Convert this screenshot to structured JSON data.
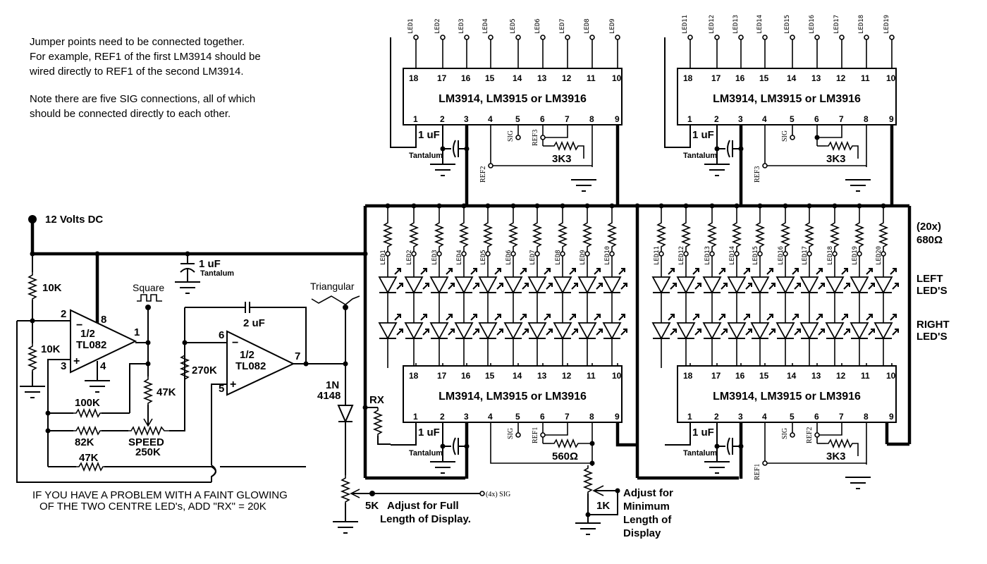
{
  "notes": {
    "jumper_lines": [
      "Jumper points need to be connected together.",
      "For example, REF1 of the first LM3914 should be",
      "wired directly to REF1 of the second LM3914."
    ],
    "sig_lines": [
      "Note there are five SIG connections, all of which",
      "should be connected directly to each other."
    ],
    "faint_lines": [
      "IF YOU HAVE A PROBLEM WITH A FAINT GLOWING",
      "OF THE TWO CENTRE LED's, ADD \"RX\" =  20K"
    ]
  },
  "power": {
    "label": "12 Volts DC"
  },
  "supply_cap": {
    "value": "1 uF",
    "type": "Tantalum"
  },
  "oscillator": {
    "opamp1": {
      "line1": "1/2",
      "line2": "TL082",
      "pins": [
        "2",
        "8",
        "1",
        "3",
        "4"
      ]
    },
    "opamp2": {
      "line1": "1/2",
      "line2": "TL082",
      "pins": [
        "6",
        "7",
        "5"
      ]
    },
    "r_top": "10K",
    "r_bottom": "10K",
    "r_100k": "100K",
    "r_82k": "82K",
    "r_47k_fb": "47K",
    "r_47k": "47K",
    "r_270k": "270K",
    "cap": "2 uF",
    "pot_name": "SPEED",
    "pot_value": "250K",
    "square_label": "Square",
    "triangular_label": "Triangular",
    "diode_line1": "1N",
    "diode_line2": "4148"
  },
  "pot_5k": {
    "value": "5K",
    "desc1": "Adjust for Full",
    "desc2": "Length of Display.",
    "sig_label": "(4x) SIG"
  },
  "pot_1k": {
    "value": "1K",
    "desc": [
      "Adjust for",
      "Minimum",
      "Length of",
      "Display"
    ]
  },
  "rx_label": "RX",
  "led_resistors": {
    "count": "(20x)",
    "value": "680Ω"
  },
  "led_rows": {
    "left": [
      "LEFT",
      "LED'S"
    ],
    "right": [
      "RIGHT",
      "LED'S"
    ]
  },
  "ic_label": "LM3914, LM3915 or LM3916",
  "ic_top_pins": [
    "18",
    "17",
    "16",
    "15",
    "14",
    "13",
    "12",
    "11",
    "10"
  ],
  "ic_bottom_pins": [
    "1",
    "2",
    "3",
    "4",
    "5",
    "6",
    "7",
    "8",
    "9"
  ],
  "ics": [
    {
      "id": "ic-top-left",
      "cap": "1 uF",
      "cap_type": "Tantalum",
      "sig": "SIG",
      "ref_a": "REF3",
      "ref_b": "REF2",
      "resistor": "3K3",
      "leds": [
        "LED1",
        "LED2",
        "LED3",
        "LED4",
        "LED5",
        "LED6",
        "LED7",
        "LED8",
        "LED9",
        "LED10"
      ]
    },
    {
      "id": "ic-top-right",
      "cap": "1 uF",
      "cap_type": "Tantalum",
      "sig": "SIG",
      "ref_a": "",
      "ref_b": "REF3",
      "resistor": "3K3",
      "leds": [
        "LED11",
        "LED12",
        "LED13",
        "LED14",
        "LED15",
        "LED16",
        "LED17",
        "LED18",
        "LED19",
        "LED20"
      ]
    },
    {
      "id": "ic-bottom-left",
      "cap": "1 uF",
      "cap_type": "Tantalum",
      "sig": "SIG",
      "ref_a": "REF1",
      "ref_b": "",
      "resistor": "560Ω"
    },
    {
      "id": "ic-bottom-right",
      "cap": "1 uF",
      "cap_type": "Tantalum",
      "sig": "SIG",
      "ref_a": "REF2",
      "ref_b": "REF1",
      "resistor": "3K3"
    }
  ],
  "led_array_labels": {
    "left": [
      "LED1",
      "LED2",
      "LED3",
      "LED4",
      "LED5",
      "LED6",
      "LED7",
      "LED8",
      "LED9",
      "LED10"
    ],
    "right": [
      "LED11",
      "LED12",
      "LED13",
      "LED14",
      "LED15",
      "LED16",
      "LED17",
      "LED18",
      "LED19",
      "LED20"
    ]
  }
}
